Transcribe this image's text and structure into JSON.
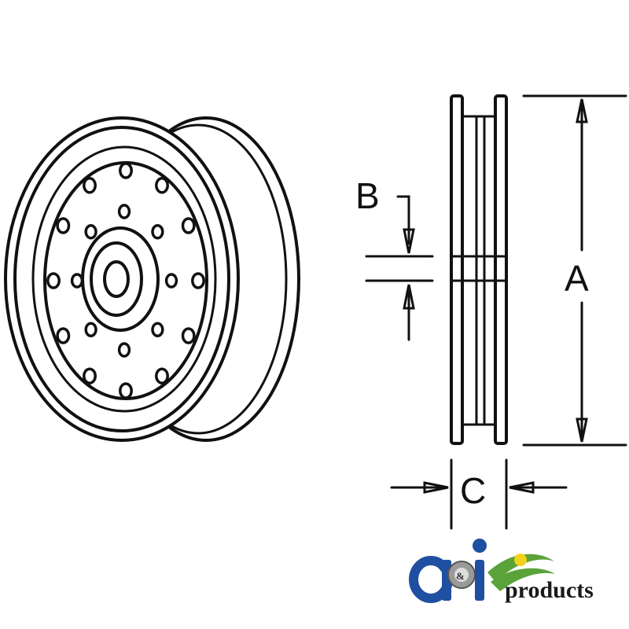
{
  "diagram": {
    "labels": {
      "a": "A",
      "b": "B",
      "c": "C"
    }
  },
  "logo": {
    "wordmark": "products",
    "colors": {
      "blue": "#1e4fa0",
      "green": "#5aa33b",
      "yellow": "#f2d21b"
    }
  }
}
